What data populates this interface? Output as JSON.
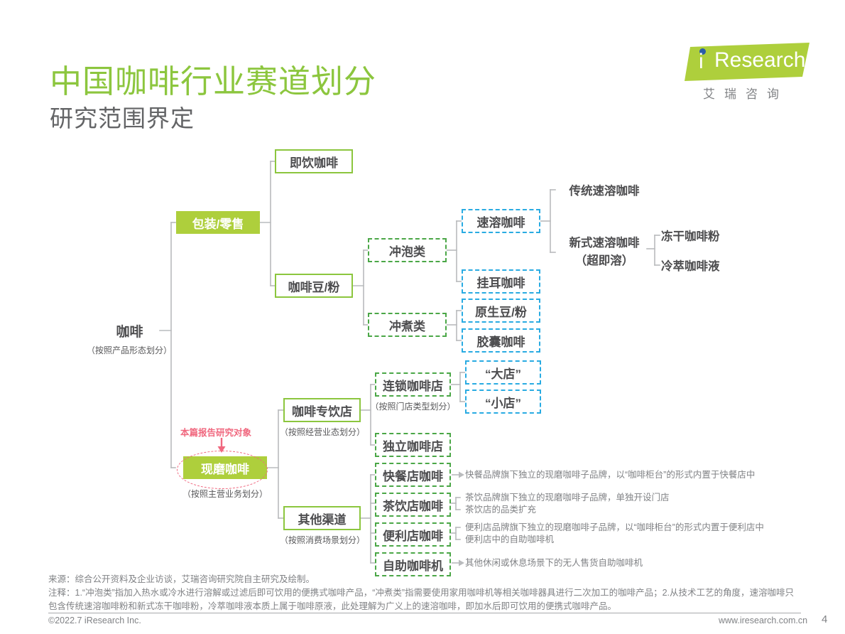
{
  "header": {
    "title": "中国咖啡行业赛道划分",
    "subtitle": "研究范围界定",
    "title_color": "#8cc63e"
  },
  "logo": {
    "brand_i": "i",
    "brand_word": "Research",
    "brand_cn": "艾瑞咨询",
    "green": "#aecf3c",
    "dot_blue": "#2b5ca8"
  },
  "annotation": {
    "focus_label": "本篇报告研究对象",
    "focus_color": "#f0687f"
  },
  "nodes": {
    "root": {
      "label": "咖啡",
      "caption": "（按照产品形态划分）"
    },
    "packaged_retail": {
      "label": "包装/零售"
    },
    "rtd_coffee": {
      "label": "即饮咖啡"
    },
    "beans_powder": {
      "label": "咖啡豆/粉"
    },
    "brew_type": {
      "label": "冲泡类"
    },
    "boil_type": {
      "label": "冲煮类"
    },
    "instant_coffee": {
      "label": "速溶咖啡"
    },
    "drip_bag": {
      "label": "挂耳咖啡"
    },
    "raw_bean": {
      "label": "原生豆/粉"
    },
    "capsule": {
      "label": "胶囊咖啡"
    },
    "traditional_instant": {
      "label": "传统速溶咖啡"
    },
    "new_instant_l1": {
      "label": "新式速溶咖啡"
    },
    "new_instant_l2": {
      "label": "（超即溶）"
    },
    "freeze_dried": {
      "label": "冻干咖啡粉"
    },
    "cold_brew_liquid": {
      "label": "冷萃咖啡液"
    },
    "fresh_ground": {
      "label": "现磨咖啡",
      "caption": "（按照主营业务划分）"
    },
    "specialty_store": {
      "label": "咖啡专饮店",
      "caption": "（按照经营业态划分）"
    },
    "other_channels": {
      "label": "其他渠道",
      "caption": "（按照消费场景划分）"
    },
    "chain_store": {
      "label": "连锁咖啡店",
      "caption": "（按照门店类型划分）"
    },
    "big_store": {
      "label": "“大店”"
    },
    "small_store": {
      "label": "“小店”"
    },
    "independent_store": {
      "label": "独立咖啡店"
    },
    "fastfood_coffee": {
      "label": "快餐店咖啡"
    },
    "teashop_coffee": {
      "label": "茶饮店咖啡"
    },
    "convenience_coffee": {
      "label": "便利店咖啡"
    },
    "vending_machine": {
      "label": "自助咖啡机"
    }
  },
  "descriptions": {
    "fastfood": "快餐品牌旗下独立的现磨咖啡子品牌，以“咖啡柜台”的形式内置于快餐店中",
    "teashop_1": "茶饮品牌旗下独立的现磨咖啡子品牌，单独开设门店",
    "teashop_2": "茶饮店的品类扩充",
    "convenience_1": "便利店品牌旗下独立的现磨咖啡子品牌，以“咖啡柜台”的形式内置于便利店中",
    "convenience_2": "便利店中的自助咖啡机",
    "vending": "其他休闲或休息场景下的无人售货自助咖啡机"
  },
  "footer": {
    "source": "来源：综合公开资料及企业访谈，艾瑞咨询研究院自主研究及绘制。",
    "note": "注释：1.“冲泡类”指加入热水或冷水进行溶解或过滤后即可饮用的便携式咖啡产品，“冲煮类”指需要使用家用咖啡机等相关咖啡器具进行二次加工的咖啡产品；2.从技术工艺的角度，速溶咖啡只包含传统速溶咖啡粉和新式冻干咖啡粉，冷萃咖啡液本质上属于咖啡原液，此处理解为广义上的速溶咖啡，即加水后即可饮用的便携式咖啡产品。",
    "copyright": "©2022.7 iResearch Inc.",
    "website": "www.iresearch.com.cn",
    "page_number": "4"
  }
}
